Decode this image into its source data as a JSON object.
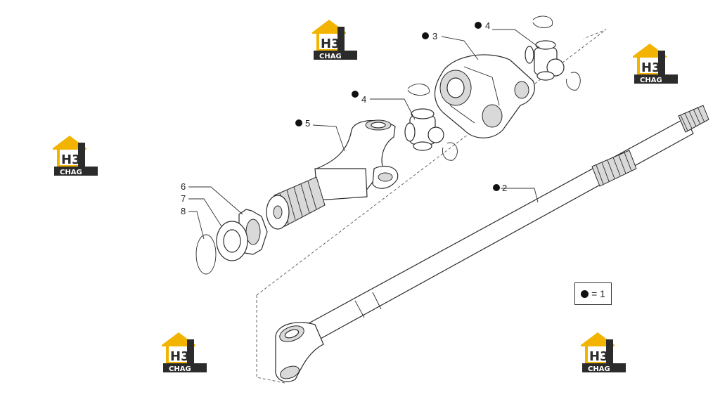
{
  "callouts": [
    {
      "id": "2",
      "label": "2",
      "dot": true
    },
    {
      "id": "3",
      "label": "3",
      "dot": true
    },
    {
      "id": "4a",
      "label": "4",
      "dot": true
    },
    {
      "id": "4b",
      "label": "4",
      "dot": true
    },
    {
      "id": "5",
      "label": "5",
      "dot": true
    },
    {
      "id": "6",
      "label": "6",
      "dot": false
    },
    {
      "id": "7",
      "label": "7",
      "dot": false
    },
    {
      "id": "8",
      "label": "8",
      "dot": false
    }
  ],
  "legend": {
    "text": "= 1"
  },
  "watermark": {
    "top": "H3",
    "bottom": "CHAG",
    "accent": "#f2b400",
    "dark": "#2b2b2b"
  }
}
